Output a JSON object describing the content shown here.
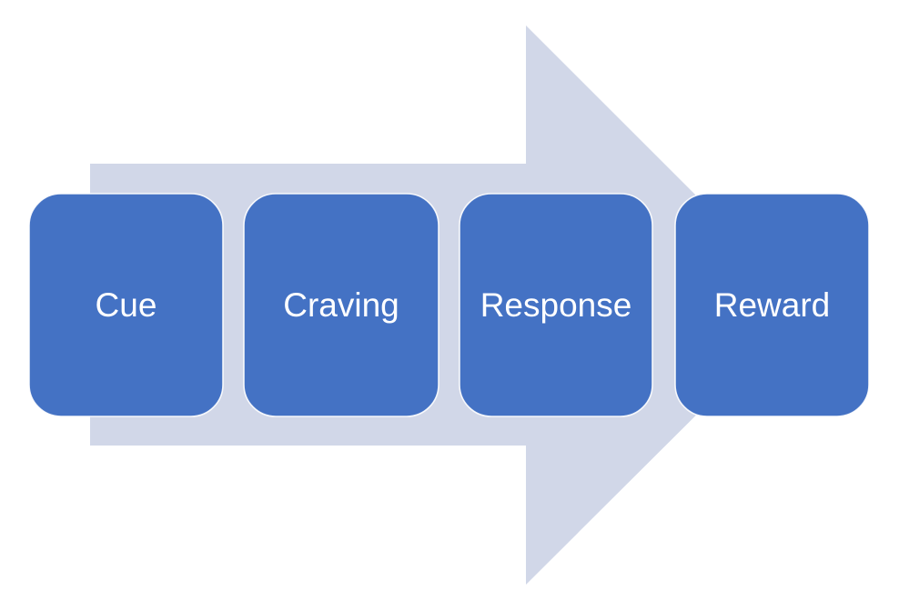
{
  "diagram": {
    "kind": "process-arrow",
    "colors": {
      "background": "#FFFFFF",
      "arrow": "#D1D7E8",
      "box": "#4472C4",
      "box_outline": "#FFFFFF",
      "label": "#FFFFFF"
    },
    "steps": [
      {
        "label": "Cue"
      },
      {
        "label": "Craving"
      },
      {
        "label": "Response"
      },
      {
        "label": "Reward"
      }
    ]
  }
}
